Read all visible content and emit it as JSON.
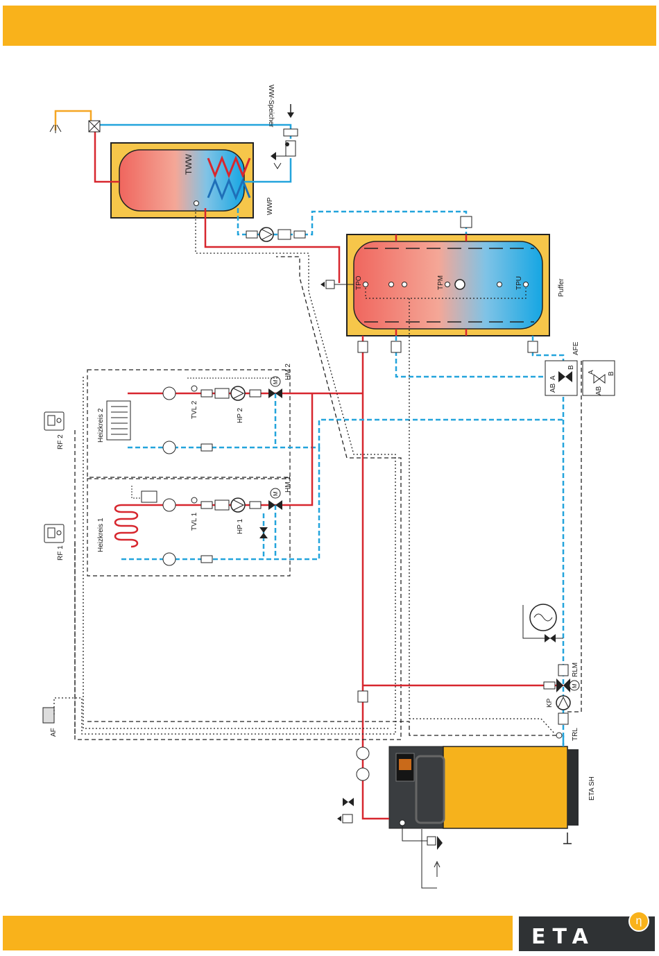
{
  "labels": {
    "ww_speicher": "WW-Speicher",
    "tww": "TWW",
    "wwp": "WWP",
    "tpo": "TPO",
    "tpm": "TPM",
    "tpu": "TPU",
    "puffer": "Puffer",
    "afe": "AFE",
    "rf2": "RF 2",
    "rf1": "RF 1",
    "heizkreis2": "Heizkreis 2",
    "heizkreis1": "Heizkreis 1",
    "tvl2": "TVL 2",
    "hp2": "HP 2",
    "hm2": "HM 2",
    "tvl1": "TVL 1",
    "hp1": "HP 1",
    "hm1": "HM 1",
    "af": "AF",
    "kp": "KP",
    "rlm": "RLM",
    "trl": "TRL",
    "eta_sh": "ETA SH",
    "valve_a": "A",
    "valve_b": "B",
    "valve_ab": "AB",
    "motor_m": "M"
  },
  "logo": {
    "text": "ETA",
    "symbol": "η"
  },
  "colors": {
    "accent_yellow": "#f9b21b",
    "hot_line": "#d7262e",
    "cold_line": "#23a4dc",
    "boiler_dark": "#3a3d40",
    "boiler_yellow": "#f6b21c"
  }
}
